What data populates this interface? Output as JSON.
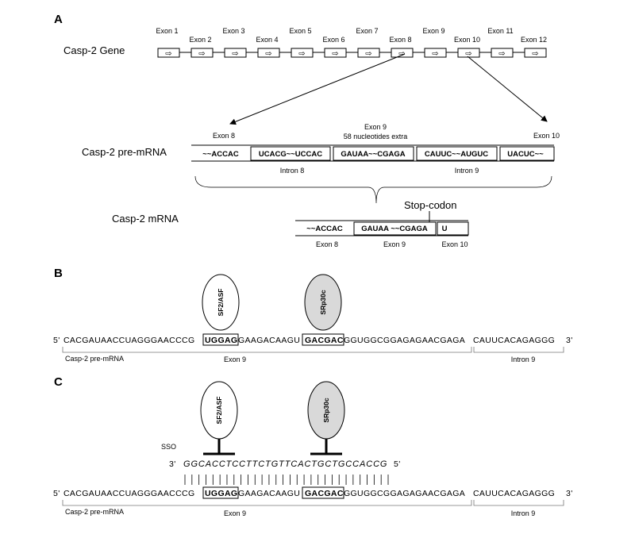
{
  "panels": {
    "a": "A",
    "b": "B",
    "c": "C"
  },
  "gene": {
    "label": "Casp-2 Gene",
    "exons": [
      "Exon 1",
      "Exon 2",
      "Exon 3",
      "Exon 4",
      "Exon 5",
      "Exon 6",
      "Exon 7",
      "Exon 8",
      "Exon 9",
      "Exon 10",
      "Exon 11",
      "Exon 12"
    ],
    "arrow_glyph": "⇨"
  },
  "premrna": {
    "label": "Casp-2 pre-mRNA",
    "exon8_label": "Exon 8",
    "exon9_label": "Exon 9",
    "exon9_note": "58 nucleotides extra",
    "exon10_label": "Exon 10",
    "segments": [
      "~~ACCAC",
      "UCACG~~UCCAC",
      "GAUAA~~CGAGA",
      "CAUUC~~AUGUC",
      "UACUC~~"
    ],
    "intron8": "Intron 8",
    "intron9": "Intron 9"
  },
  "mrna": {
    "label": "Casp-2 mRNA",
    "stop_codon": "Stop-codon",
    "segments": [
      "~~ACCAC",
      "GAUAA  ~~CGAGA",
      "U"
    ],
    "exon_labels": [
      "Exon 8",
      "Exon 9",
      "Exon 10"
    ]
  },
  "sequence": {
    "five": "5'",
    "three": "3'",
    "seg1": "CACGAUAACCUAGGGAACCCG",
    "box1": "UGGAG",
    "seg2": "GAAGACAAGU",
    "box2": "GACGAC",
    "seg3": "GGUGGCGGAGAGAACGAGA",
    "seg4": "CAUUCACAGAGGG",
    "premrna_label": "Casp-2 pre-mRNA",
    "exon9_label": "Exon 9",
    "intron9_label": "Intron 9"
  },
  "proteins": {
    "sf2": "SF2/ASF",
    "srp30c": "SRp30c"
  },
  "sso": {
    "label": "SSO",
    "three": "3'",
    "five": "5'",
    "seq": "GGCACCTCCTTCTGTTCACTGCTGCCACCG"
  },
  "colors": {
    "srp30c_fill": "#d9d9d9",
    "sf2_fill": "#ffffff",
    "line": "#000000"
  }
}
